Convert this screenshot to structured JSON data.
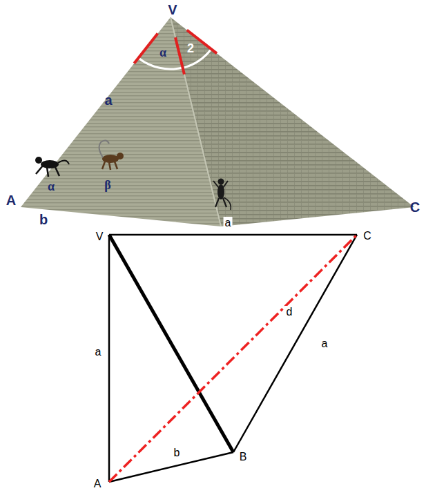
{
  "diagram": {
    "labels": [
      "V",
      "α",
      "2",
      "a",
      "A",
      "α",
      "β",
      "b",
      "C",
      "V",
      "a",
      "C",
      "a",
      "d",
      "a",
      "b",
      "A",
      "B"
    ]
  }
}
